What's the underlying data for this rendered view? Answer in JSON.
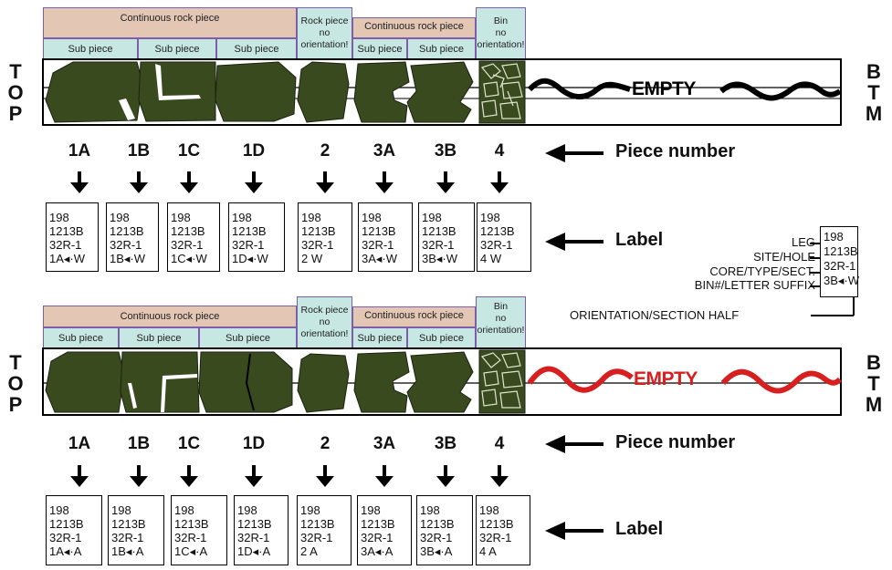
{
  "side_labels": {
    "top": [
      "T",
      "O",
      "P"
    ],
    "bottom": [
      "B",
      "T",
      "M"
    ]
  },
  "empty_text": "EMPTY",
  "colors": {
    "rock": "#3a4a1f",
    "tan": "#e3c7b4",
    "teal": "#c6e7e2",
    "border": "#7c5fa8",
    "wave_top": "#000000",
    "wave_bottom": "#d81f1f"
  },
  "header": {
    "continuous": "Continuous rock piece",
    "sub_piece": "Sub piece",
    "rock_no_orient": [
      "Rock piece",
      "no",
      "orientation!"
    ],
    "bin_no_orient": [
      "Bin",
      "no",
      "orientation!"
    ]
  },
  "annotations": {
    "piece_number": "Piece number",
    "label": "Label"
  },
  "pieces": [
    "1A",
    "1B",
    "1C",
    "1D",
    "2",
    "3A",
    "3B",
    "4"
  ],
  "labels_top": [
    [
      "198",
      "1213B",
      "32R-1",
      "1A",
      "W"
    ],
    [
      "198",
      "1213B",
      "32R-1",
      "1B",
      "W"
    ],
    [
      "198",
      "1213B",
      "32R-1",
      "1C",
      "W"
    ],
    [
      "198",
      "1213B",
      "32R-1",
      "1D",
      "W"
    ],
    [
      "198",
      "1213B",
      "32R-1",
      "2 W",
      ""
    ],
    [
      "198",
      "1213B",
      "32R-1",
      "3A",
      "W"
    ],
    [
      "198",
      "1213B",
      "32R-1",
      "3B",
      "W"
    ],
    [
      "198",
      "1213B",
      "32R-1",
      "4 W",
      ""
    ]
  ],
  "labels_bottom": [
    [
      "198",
      "1213B",
      "32R-1",
      "1A",
      "A"
    ],
    [
      "198",
      "1213B",
      "32R-1",
      "1B",
      "A"
    ],
    [
      "198",
      "1213B",
      "32R-1",
      "1C",
      "A"
    ],
    [
      "198",
      "1213B",
      "32R-1",
      "1D",
      "A"
    ],
    [
      "198",
      "1213B",
      "32R-1",
      "2 A",
      ""
    ],
    [
      "198",
      "1213B",
      "32R-1",
      "3A",
      "A"
    ],
    [
      "198",
      "1213B",
      "32R-1",
      "3B",
      "A"
    ],
    [
      "198",
      "1213B",
      "32R-1",
      "4 A",
      ""
    ]
  ],
  "legend": {
    "leg": "LEG",
    "site_hole": "SITE/HOLE",
    "core": "CORE/TYPE/SECT.",
    "bin": "BIN#/LETTER SUFFIX",
    "orientation": "ORIENTATION/SECTION HALF",
    "values": [
      "198",
      "1213B",
      "32R-1",
      "3B",
      "W"
    ]
  }
}
